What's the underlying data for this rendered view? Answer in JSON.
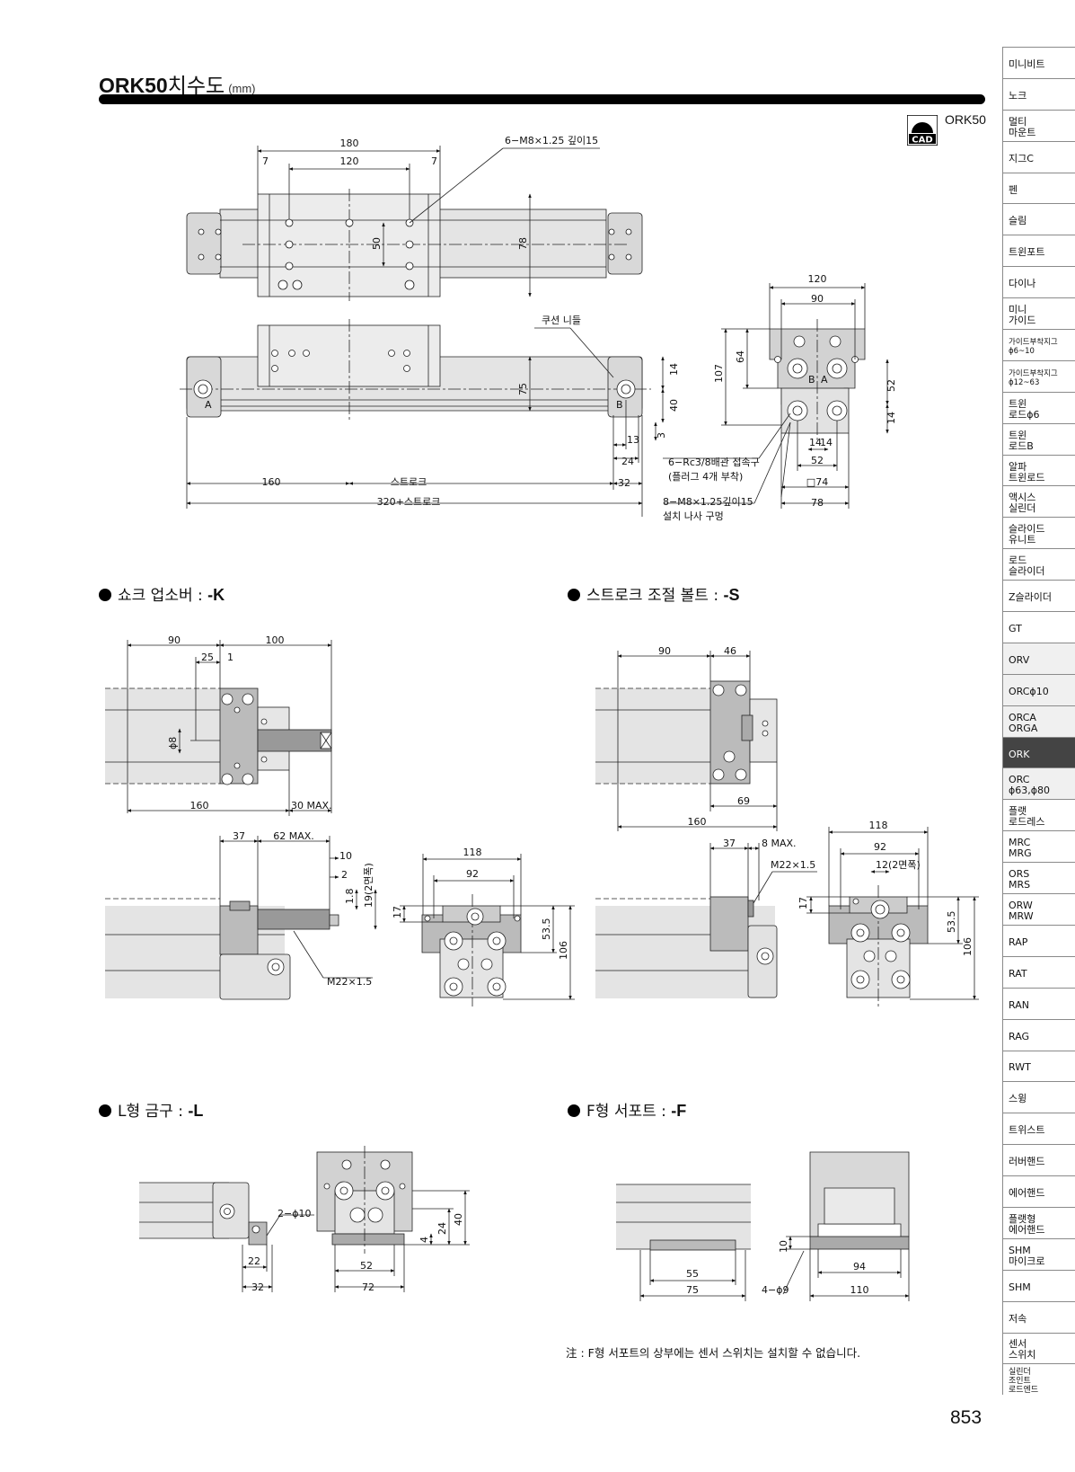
{
  "header": {
    "model": "ORK50",
    "title_suffix": "치수도",
    "unit": "(mm)"
  },
  "cad": {
    "badge": "CAD",
    "label": "ORK50"
  },
  "main_drawing": {
    "dims": {
      "d180": "180",
      "d120": "120",
      "d7a": "7",
      "d7b": "7",
      "d50": "50",
      "d78": "78",
      "d75": "75",
      "d14": "14",
      "d40": "40",
      "d3": "3",
      "d13": "13",
      "d24": "24",
      "d32": "32",
      "d160": "160",
      "stroke": "스트로크",
      "total": "320+스트로크",
      "portA": "A",
      "portB": "B"
    },
    "callouts": {
      "tap": "6−M8×1.25 깊이15",
      "needle": "쿠션 니들",
      "pipe1": "6−Rc3/8배관 접속구",
      "pipe2": "(플러그 4개 부착)",
      "mount1": "8−M8×1.25깊이15",
      "mount2": "설치 나사 구멍"
    },
    "end_view": {
      "d120": "120",
      "d90": "90",
      "d107": "107",
      "d64": "64",
      "d52v": "52",
      "d14v": "14",
      "d14a": "14",
      "d14b": "14",
      "d52": "52",
      "d74": "□74",
      "d78": "78",
      "b": "B",
      "a": "A"
    }
  },
  "sections": [
    {
      "label": "쇼크 업소버",
      "sep": " : ",
      "code": "-K"
    },
    {
      "label": "스트로크 조절 볼트",
      "sep": " : ",
      "code": "-S"
    },
    {
      "label": "L형 금구",
      "sep": " : ",
      "code": "-L"
    },
    {
      "label": "F형 서포트",
      "sep": " : ",
      "code": "-F"
    }
  ],
  "k": {
    "d90": "90",
    "d100": "100",
    "d25": "25",
    "d1": "1",
    "phi8": "ϕ8",
    "d160": "160",
    "d30max": "30 MAX.",
    "d37": "37",
    "d62max": "62 MAX.",
    "d10": "10",
    "d2": "2",
    "d18": "1.8",
    "d19": "19(2면폭)",
    "thread": "M22×1.5",
    "d17": "17",
    "d118": "118",
    "d92": "92",
    "d535": "53.5",
    "d106": "106"
  },
  "s": {
    "d90": "90",
    "d46": "46",
    "d69": "69",
    "d160": "160",
    "d37": "37",
    "d8max": "8 MAX.",
    "thread": "M22×1.5",
    "d17": "17",
    "d118": "118",
    "d92": "92",
    "d12": "12(2면폭)",
    "d535": "53.5",
    "d106": "106"
  },
  "l": {
    "hole": "2−ϕ10",
    "d22": "22",
    "d32": "32",
    "d52": "52",
    "d72": "72",
    "d4": "4",
    "d24": "24",
    "d40": "40"
  },
  "f": {
    "d55": "55",
    "d75": "75",
    "hole": "4−ϕ9",
    "d10": "10",
    "d94": "94",
    "d110": "110"
  },
  "note": "注 : F형 서포트의 상부에는 센서 스위치는 설치할 수 없습니다.",
  "page_number": "853",
  "sidebar": [
    "미니비트",
    "노크",
    "멀티\n마운트",
    "지그C",
    "펜",
    "슬림",
    "트윈포트",
    "다이나",
    "미니\n가이드",
    "가이드부착지그\nϕ6~10",
    "가이드부착지그\nϕ12~63",
    "트윈\n로드ϕ6",
    "트윈\n로드B",
    "알파\n트윈로드",
    "액시스\n실린더",
    "슬라이드\n유니트",
    "로드\n슬라이더",
    "Z슬라이더",
    "GT",
    "ORV",
    "ORCϕ10",
    "ORCA\nORGA",
    "ORK",
    "ORC\nϕ63,ϕ80",
    "플랫\n로드레스",
    "MRC\nMRG",
    "ORS\nMRS",
    "ORW\nMRW",
    "RAP",
    "RAT",
    "RAN",
    "RAG",
    "RWT",
    "스윙",
    "트위스트",
    "러버핸드",
    "에어핸드",
    "플랫형\n에어핸드",
    "SHM\n마이크로",
    "SHM",
    "저속",
    "센서\n스위치",
    "실린더\n조인트\n로드엔드"
  ]
}
